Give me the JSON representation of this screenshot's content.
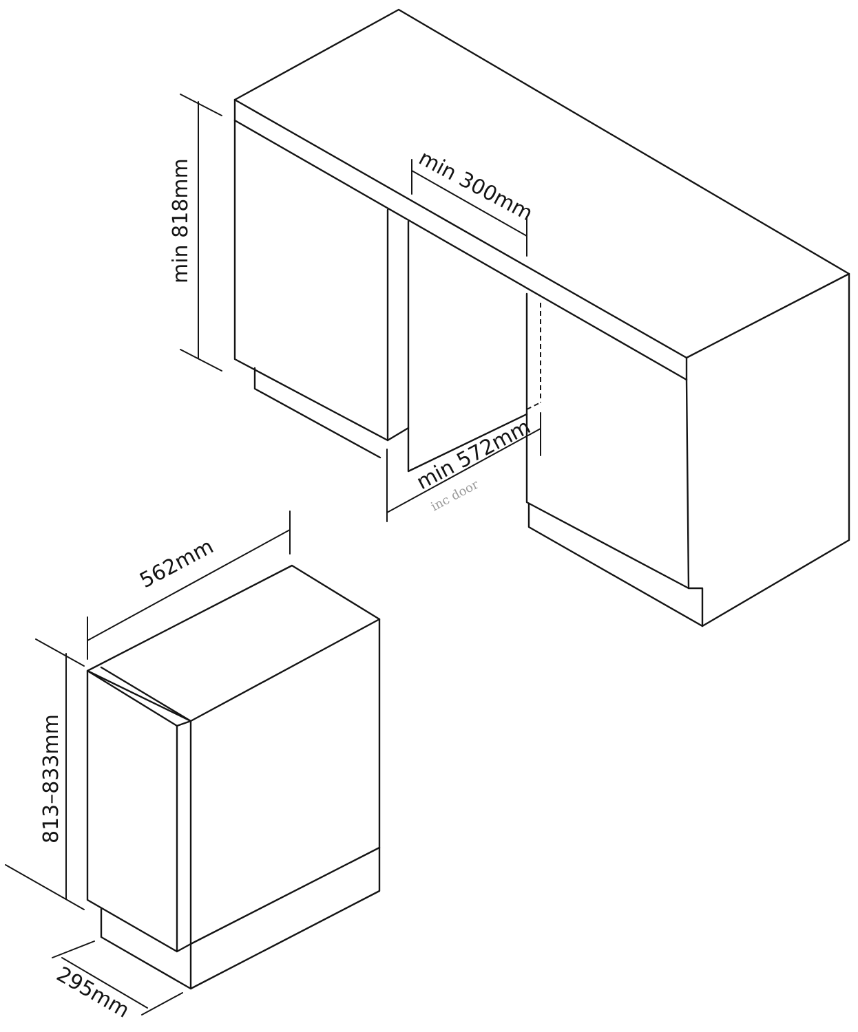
{
  "dimensions": {
    "min_height": "min 818mm",
    "min_width_gap": "min 300mm",
    "min_cabinet_depth": "min 572mm",
    "depth_note": "inc door",
    "appliance_width": "562mm",
    "appliance_height": "813–833mm",
    "appliance_depth": "295mm"
  }
}
